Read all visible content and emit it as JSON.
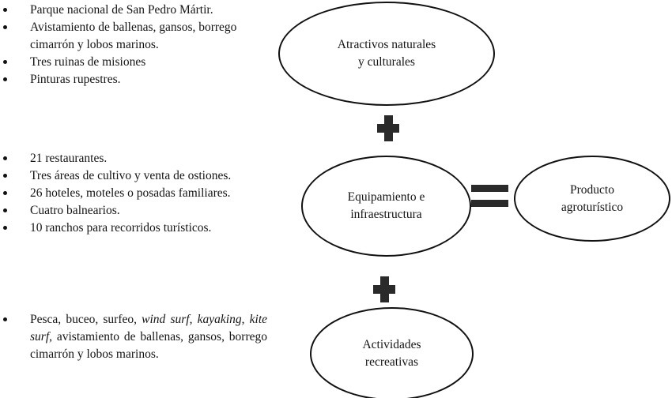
{
  "lists": {
    "attractions": [
      "Parque nacional de San Pedro Mártir.",
      "Avistamiento de ballenas, gansos, borrego cimarrón y lobos marinos.",
      "Tres ruinas de misiones",
      "Pinturas rupestres."
    ],
    "equipment": [
      "21 restaurantes.",
      "Tres áreas de cultivo y venta de ostiones.",
      "26 hoteles, moteles o posadas familiares.",
      "Cuatro balnearios.",
      "10 ranchos para recorridos turísticos."
    ],
    "activities": {
      "segments": [
        {
          "text": "Pesca, buceo, surfeo, ",
          "italic": false
        },
        {
          "text": "wind surf",
          "italic": true
        },
        {
          "text": ", ",
          "italic": false
        },
        {
          "text": "kayaking",
          "italic": true
        },
        {
          "text": ", ",
          "italic": false
        },
        {
          "text": "kite surf",
          "italic": true
        },
        {
          "text": ", avistamiento de ballenas, gansos, borrego cimarrón y lobos marinos.",
          "italic": false
        }
      ]
    }
  },
  "diagram": {
    "ovals": {
      "attractions": {
        "line1": "Atractivos naturales",
        "line2": "y culturales"
      },
      "equipment": {
        "line1": "Equipamiento e",
        "line2": "infraestructura"
      },
      "product": {
        "line1": "Producto",
        "line2": "agroturístico"
      },
      "activities": {
        "line1": "Actividades",
        "line2": "recreativas"
      }
    },
    "operators": {
      "plus_top": "+",
      "plus_bottom": "+",
      "equals": "="
    }
  },
  "colors": {
    "ink": "#111111",
    "operator_fill": "#2a2a2a",
    "background": "#ffffff"
  }
}
